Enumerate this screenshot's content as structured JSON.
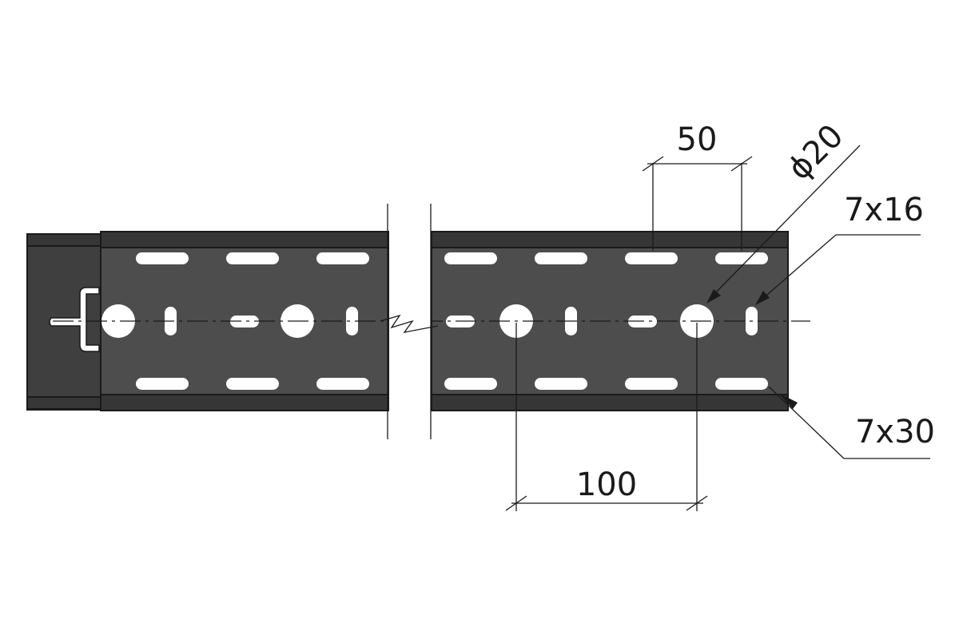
{
  "dimensions": {
    "slot_pitch": "50",
    "hole_diameter": "ϕ20",
    "small_slot": "7x16",
    "long_slot": "7x30",
    "hole_pitch": "100"
  },
  "colors": {
    "tray_body": "#4d4d4d",
    "tray_flange": "#363636",
    "lines": "#1a1a1a",
    "background": "#ffffff"
  }
}
